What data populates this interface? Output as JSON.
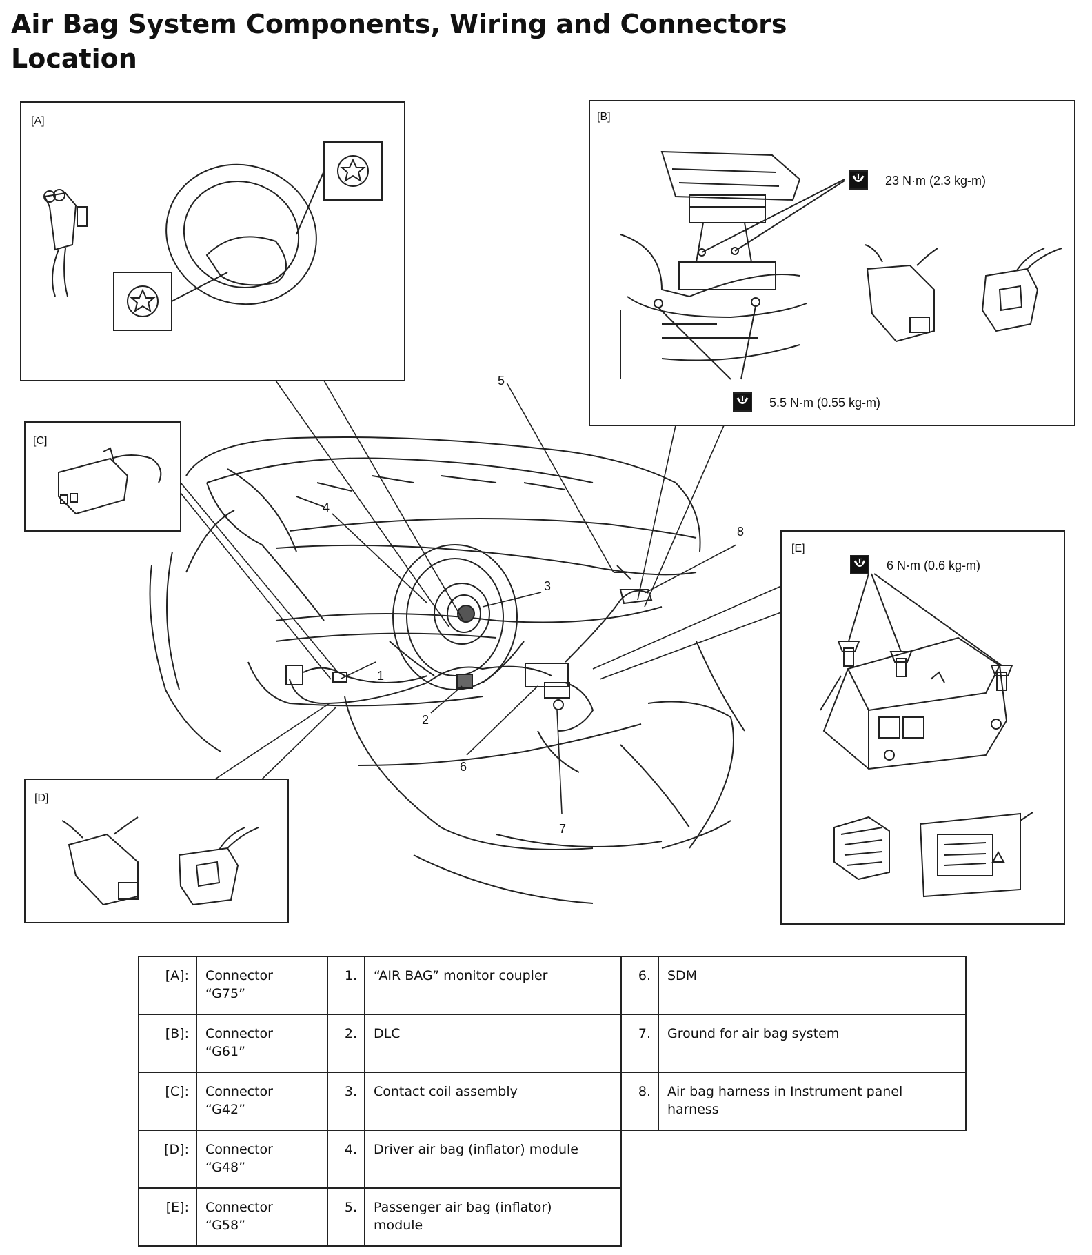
{
  "title_line1": "Air Bag System Components, Wiring and Connectors",
  "title_line2": "Location",
  "panels": {
    "a": "[A]",
    "b": "[B]",
    "c": "[C]",
    "d": "[D]",
    "e": "[E]"
  },
  "torques": {
    "b_upper": "23 N·m (2.3 kg-m)",
    "b_lower": "5.5 N·m (0.55 kg-m)",
    "e": "6 N·m (0.6 kg-m)"
  },
  "callouts": [
    "1",
    "2",
    "3",
    "4",
    "5",
    "6",
    "7",
    "8"
  ],
  "legend": {
    "connectors": [
      {
        "key": "[A]:",
        "label": "Connector\n“G75”"
      },
      {
        "key": "[B]:",
        "label": "Connector\n“G61”"
      },
      {
        "key": "[C]:",
        "label": "Connector\n“G42”"
      },
      {
        "key": "[D]:",
        "label": "Connector\n“G48”"
      },
      {
        "key": "[E]:",
        "label": "Connector\n“G58”"
      }
    ],
    "components": [
      {
        "num": "1.",
        "label": "“AIR BAG” monitor coupler"
      },
      {
        "num": "2.",
        "label": "DLC"
      },
      {
        "num": "3.",
        "label": "Contact coil assembly"
      },
      {
        "num": "4.",
        "label": "Driver air bag (inflator) module"
      },
      {
        "num": "5.",
        "label": "Passenger air bag (inflator)\nmodule"
      },
      {
        "num": "6.",
        "label": "SDM"
      },
      {
        "num": "7.",
        "label": "Ground for air bag system"
      },
      {
        "num": "8.",
        "label": "Air bag harness in Instrument panel\nharness"
      }
    ]
  }
}
